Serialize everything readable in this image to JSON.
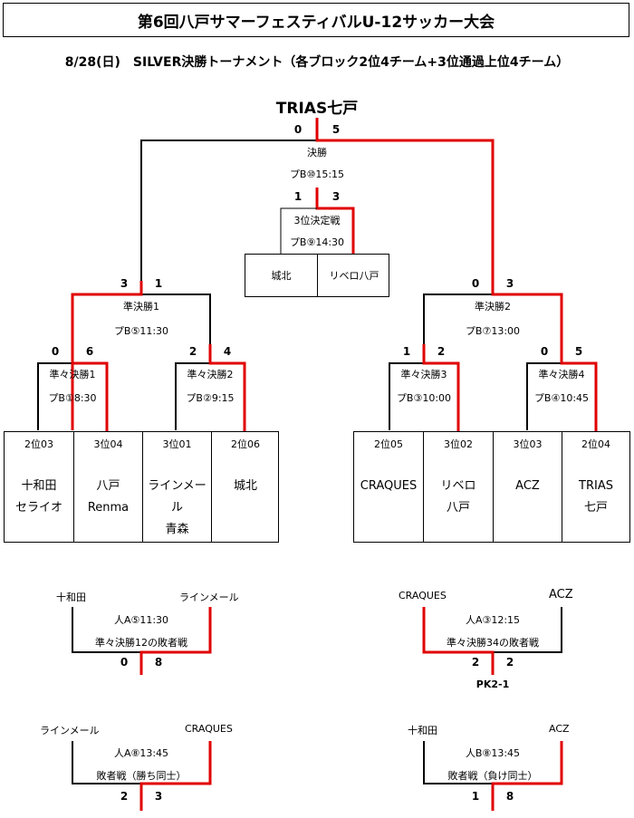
{
  "title": "第6回八戸サマーフェスティバルU-12サッカー大会",
  "subtitle": "8/28(日)　SILVER決勝トーナメント（各ブロック2位4チーム+3位通過上位4チーム）",
  "champion": "TRIAS七戸",
  "final": {
    "label": "決勝",
    "time": "プB⑩15:15",
    "score_left": "0",
    "score_right": "5"
  },
  "third_place": {
    "label": "3位決定戦",
    "time": "プB⑨14:30",
    "score_left": "1",
    "score_right": "3",
    "team_left": "城北",
    "team_right": "リベロ八戸"
  },
  "semis": [
    {
      "label": "準決勝1",
      "time": "プB⑤11:30",
      "score_left": "3",
      "score_right": "1"
    },
    {
      "label": "準決勝2",
      "time": "プB⑦13:00",
      "score_left": "0",
      "score_right": "3"
    }
  ],
  "quarters": [
    {
      "label": "準々決勝1",
      "time": "プB①8:30",
      "score_left": "0",
      "score_right": "6"
    },
    {
      "label": "準々決勝2",
      "time": "プB②9:15",
      "score_left": "2",
      "score_right": "4"
    },
    {
      "label": "準々決勝3",
      "time": "プB③10:00",
      "score_left": "1",
      "score_right": "2"
    },
    {
      "label": "準々決勝4",
      "time": "プB④10:45",
      "score_left": "0",
      "score_right": "5"
    }
  ],
  "teams": [
    {
      "seed": "2位03",
      "name1": "十和田",
      "name2": "セライオ"
    },
    {
      "seed": "3位04",
      "name1": "八戸",
      "name2": "Renma"
    },
    {
      "seed": "3位01",
      "name1": "ラインメール",
      "name2": "青森"
    },
    {
      "seed": "2位06",
      "name1": "城北",
      "name2": ""
    },
    {
      "seed": "2位05",
      "name1": "CRAQUES",
      "name2": ""
    },
    {
      "seed": "3位02",
      "name1": "リベロ",
      "name2": "八戸"
    },
    {
      "seed": "3位03",
      "name1": "ACZ",
      "name2": ""
    },
    {
      "seed": "2位04",
      "name1": "TRIAS",
      "name2": "七戸"
    }
  ],
  "consolation": [
    {
      "team_left": "十和田",
      "team_right": "ラインメール",
      "time": "人A⑤11:30",
      "desc": "準々決勝12の敗者戦",
      "score_left": "0",
      "score_right": "8",
      "note": ""
    },
    {
      "team_left": "CRAQUES",
      "team_right": "ACZ",
      "time": "人A③12:15",
      "desc": "準々決勝34の敗者戦",
      "score_left": "2",
      "score_right": "2",
      "note": "PK2-1"
    },
    {
      "team_left": "ラインメール",
      "team_right": "CRAQUES",
      "time": "人A⑧13:45",
      "desc": "敗者戦（勝ち同士）",
      "score_left": "2",
      "score_right": "3",
      "note": ""
    },
    {
      "team_left": "十和田",
      "team_right": "ACZ",
      "time": "人B⑧13:45",
      "desc": "敗者戦（負け同士）",
      "score_left": "1",
      "score_right": "8",
      "note": ""
    }
  ],
  "colors": {
    "winner_line": "#e00000",
    "line": "#000000"
  }
}
